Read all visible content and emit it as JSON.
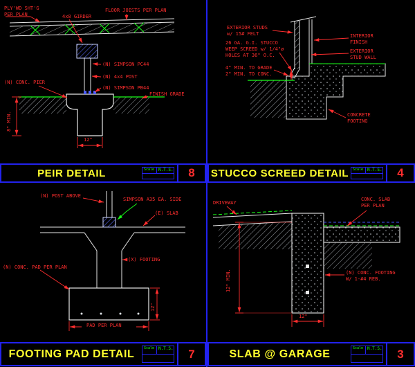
{
  "colors": {
    "background": "#000000",
    "frame_blue": "#2222ee",
    "annotation_red": "#ff2e2e",
    "title_yellow": "#ffff2e",
    "scale_green": "#19ff19",
    "line_white": "#e8e8e8"
  },
  "panels": {
    "pier": {
      "title": "PEIR DETAIL",
      "number": "8",
      "scale_label": "Scale",
      "scale_value": "N.T.S.",
      "labels": {
        "plywood": "PLY'WD SHT'G\nPER PLAN",
        "girder": "4x8 GIRDER",
        "joists": "FLOOR JOISTS PER PLAN",
        "pc44": "(N) SIMPSON PC44",
        "post": "(N) 4x4 POST",
        "pb44": "(N) SIMPSON PB44",
        "pier": "(N) CONC. PIER",
        "grade": "FINISH GRADE",
        "depth": "8\" MIN.",
        "width": "12\""
      }
    },
    "stucco": {
      "title": "STUCCO SCREED DETAIL",
      "number": "4",
      "scale_label": "Scale",
      "scale_value": "N.T.S.",
      "labels": {
        "studs": "EXTERIOR STUDS\nw/ 15# FELT",
        "screed": "26 GA. G.I. STUCCO\nWEEP SCREED w/ 1/4\"ø\nHOLES AT 36\" O.C.",
        "interior": "INTERIOR\nFINISH",
        "stud_wall": "EXTERIOR\nSTUD WALL",
        "clearance": "4\" MIN. TO GRADE\n2\" MIN. TO CONC.",
        "footing": "CONCRETE\nFOOTING"
      }
    },
    "footing_pad": {
      "title": "FOOTING PAD DETAIL",
      "number": "7",
      "scale_label": "Scale",
      "scale_value": "N.T.S.",
      "labels": {
        "post": "(N) POST ABOVE",
        "a35": "SIMPSON A35 EA. SIDE",
        "slab": "(E) SLAB",
        "footing": "(X) FOOTING",
        "pad": "(N) CONC. PAD PER PLAN",
        "pad_dim": "PAD PER PLAN",
        "depth": "12\""
      }
    },
    "garage": {
      "title": "SLAB @ GARAGE",
      "number": "3",
      "scale_label": "Scale",
      "scale_value": "N.T.S.",
      "labels": {
        "driveway": "DRIVEWAY",
        "slab": "CONC. SLAB\nPER PLAN",
        "footing": "(N) CONC. FOOTING\nW/ 1-#4 REB.",
        "depth": "12\" MIN.",
        "width": "12\""
      }
    }
  }
}
